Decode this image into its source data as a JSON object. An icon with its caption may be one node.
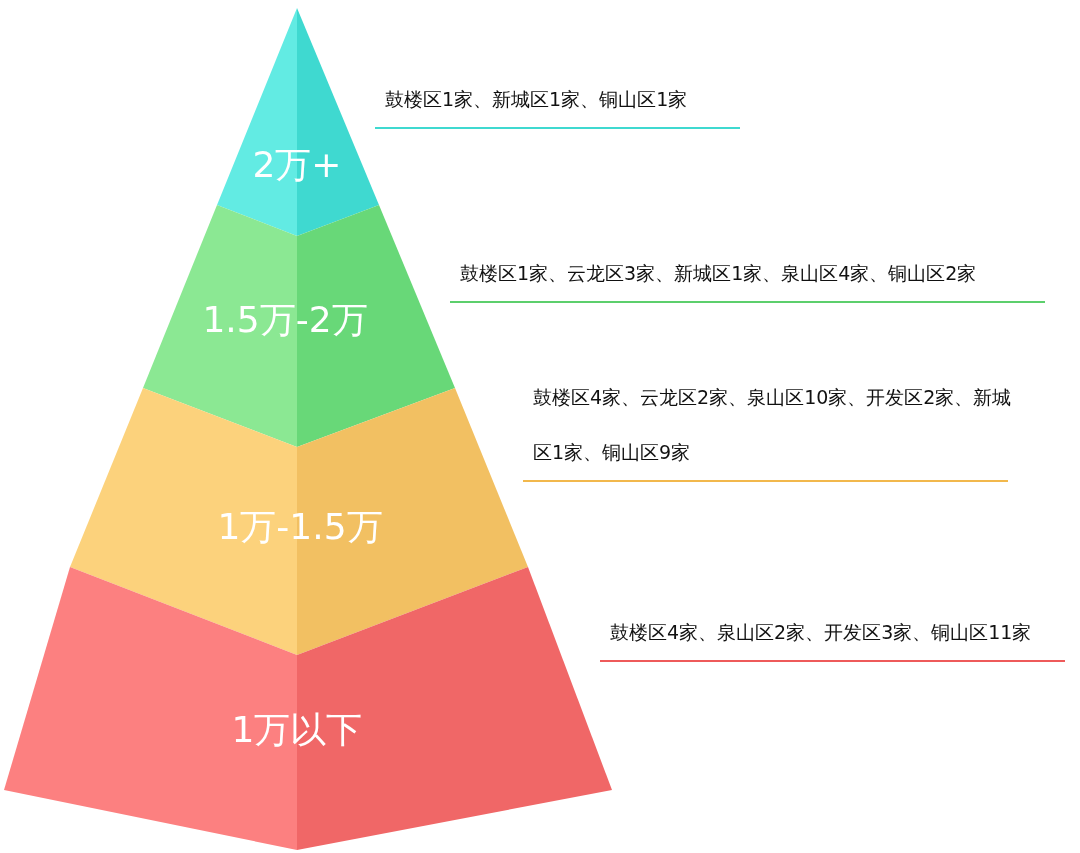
{
  "diagram": {
    "nodes": [
      {
        "text": [
          "2万+"
        ],
        "beside": [
          "鼓楼区1家、新城区1家、铜山区1家"
        ]
      },
      {
        "text": [
          "1.5万-2万"
        ],
        "beside": [
          "鼓楼区1家、云龙区3家、新城区1家、泉山区4家、铜山区2家"
        ]
      },
      {
        "text": [
          "1万-1.5万"
        ],
        "beside": [
          "鼓楼区4家、云龙区2家、泉山区10家、开发区2家、新城区1家、铜山区9家"
        ]
      },
      {
        "text": [
          "1万以下"
        ],
        "beside": [
          "鼓楼区4家、泉山区2家、开发区3家、铜山区11家"
        ]
      }
    ]
  }
}
